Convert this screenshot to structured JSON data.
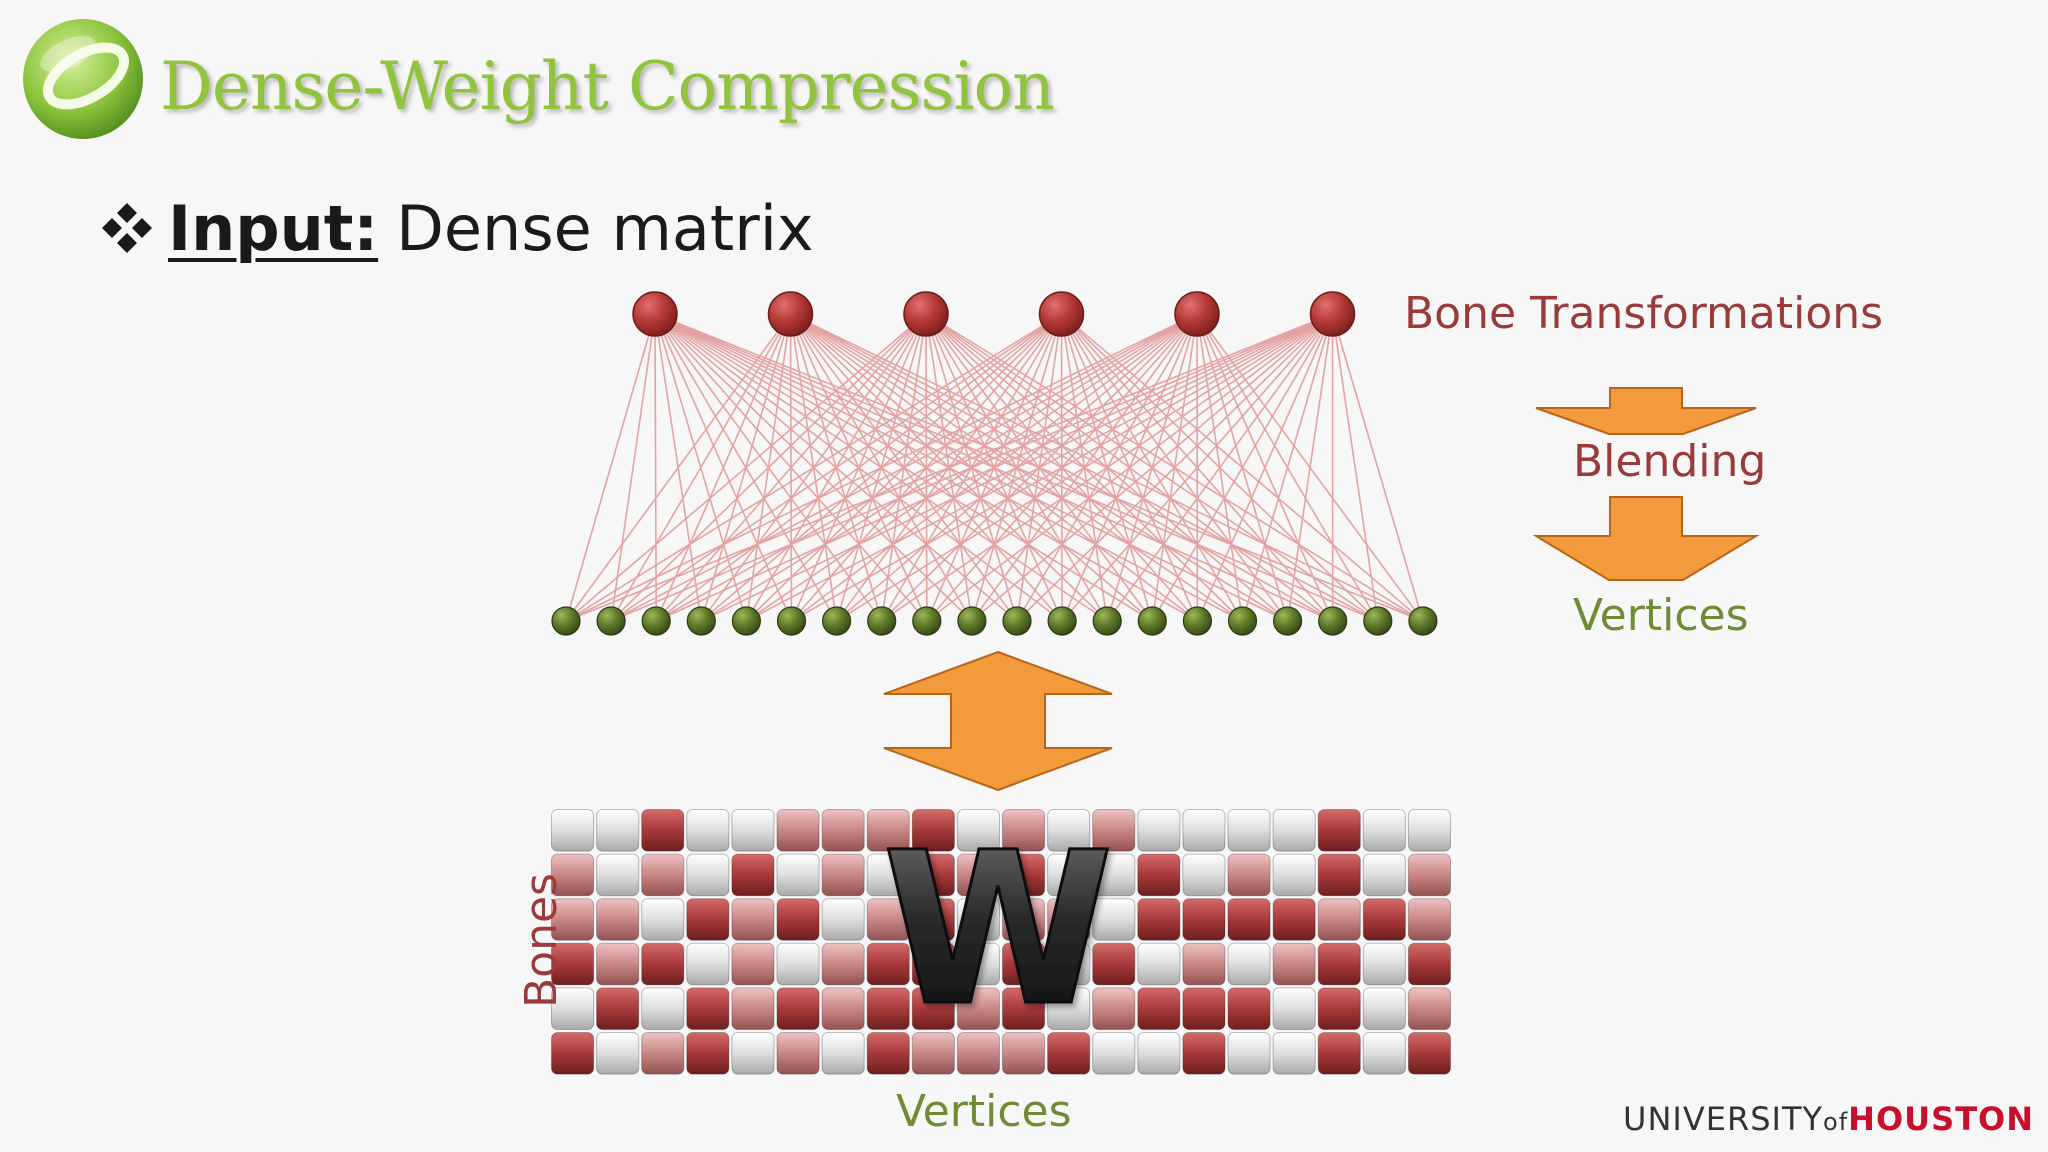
{
  "slide": {
    "title": "Dense-Weight Compression",
    "bullet": {
      "label": "Input:",
      "text": "Dense matrix"
    }
  },
  "diagram": {
    "bone_count": 6,
    "vertex_count": 20,
    "labels": {
      "bone_transformations": "Bone Transformations",
      "blending": "Blending",
      "vertices_flow": "Vertices",
      "bones_axis": "Bones",
      "vertices_axis": "Vertices",
      "matrix_symbol": "W"
    },
    "weight_matrix": {
      "rows": 6,
      "cols": 20,
      "levels": [
        [
          0,
          0,
          2,
          0,
          0,
          1,
          1,
          1,
          2,
          0,
          1,
          0,
          1,
          0,
          0,
          0,
          0,
          2,
          0,
          0
        ],
        [
          1,
          0,
          1,
          0,
          2,
          0,
          1,
          0,
          2,
          1,
          2,
          0,
          0,
          2,
          0,
          1,
          0,
          2,
          0,
          1
        ],
        [
          1,
          1,
          0,
          2,
          1,
          2,
          0,
          1,
          2,
          0,
          1,
          1,
          0,
          2,
          2,
          2,
          2,
          1,
          2,
          1
        ],
        [
          2,
          1,
          2,
          0,
          1,
          0,
          1,
          2,
          2,
          0,
          2,
          0,
          2,
          0,
          1,
          0,
          1,
          2,
          0,
          2
        ],
        [
          0,
          2,
          0,
          2,
          1,
          2,
          1,
          2,
          2,
          1,
          2,
          0,
          1,
          2,
          2,
          2,
          0,
          2,
          0,
          1
        ],
        [
          2,
          0,
          1,
          2,
          0,
          1,
          0,
          2,
          1,
          1,
          1,
          2,
          0,
          0,
          2,
          0,
          0,
          2,
          0,
          2
        ]
      ]
    },
    "colors": {
      "bone": "#a8302e",
      "vertex": "#556b24",
      "edge": "#e3a3a3",
      "arrow": "#f39a3c",
      "cell_light": "#e0e0e0",
      "cell_mid": "#c98686",
      "cell_dark": "#a7393a"
    }
  },
  "footer": {
    "university": "UNIVERSITY",
    "of": "of",
    "houston": "HOUSTON"
  }
}
